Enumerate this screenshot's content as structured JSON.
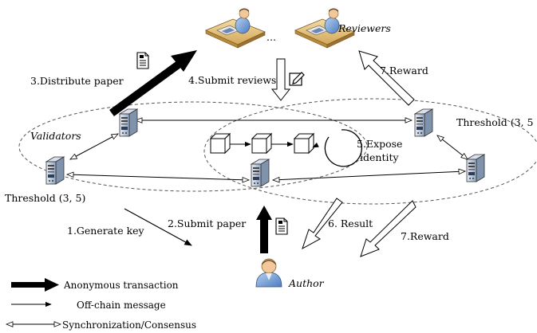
{
  "labels": {
    "reviewers": "Reviewers",
    "validators": "Validators",
    "author": "Author",
    "threshold_left": "Threshold (3, 5)",
    "threshold_right": "Threshold (3, 5",
    "ellipsis": "...",
    "step1": "1.Generate key",
    "step2": "2.Submit paper",
    "step3": "3.Distribute paper",
    "step4": "4.Submit reviews",
    "step5a": "5.Expose",
    "step5b": "identity",
    "step6": "6. Result",
    "step7_top": "7.Reward",
    "step7_bottom": "7.Reward"
  },
  "legend": [
    {
      "label": "Anonymous transaction",
      "arrow": "thick"
    },
    {
      "label": "Off-chain message",
      "arrow": "thin"
    },
    {
      "label": "Synchronization/Consensus",
      "arrow": "double-hollow"
    }
  ],
  "icons": [
    "reviewer-desk-icon",
    "server-icon",
    "block-icon",
    "document-icon",
    "edit-icon",
    "author-person-icon"
  ]
}
